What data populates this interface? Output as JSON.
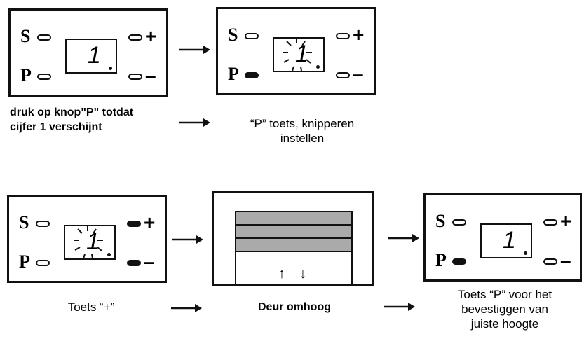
{
  "panel_labels": {
    "s": "S",
    "p": "P",
    "plus": "+",
    "minus": "–"
  },
  "display_value": "1",
  "captions": {
    "step1": [
      "druk op knop\"P\" totdat",
      "cijfer 1 verschijnt"
    ],
    "step2": [
      "“P” toets, knipperen",
      "instellen"
    ],
    "step3": "Toets “+”",
    "step4": "Deur omhoog",
    "step5": [
      "Toets “P” voor het",
      "bevestiggen van",
      "juiste hoogte"
    ]
  },
  "door_arrows": {
    "up": "↑",
    "down": "↓"
  }
}
